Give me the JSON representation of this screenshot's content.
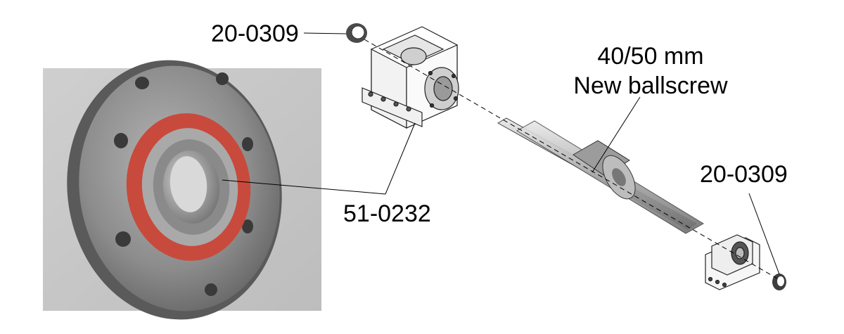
{
  "labels": {
    "seal_top": "20-0309",
    "bearing": "51-0232",
    "ballscrew_size": "40/50 mm",
    "ballscrew_title": "New ballscrew",
    "seal_right": "20-0309"
  },
  "colors": {
    "photo_bg": "#c9c9c9",
    "steel": "#8a8a8a",
    "seal_red": "#c84a3c",
    "line": "#000000"
  }
}
